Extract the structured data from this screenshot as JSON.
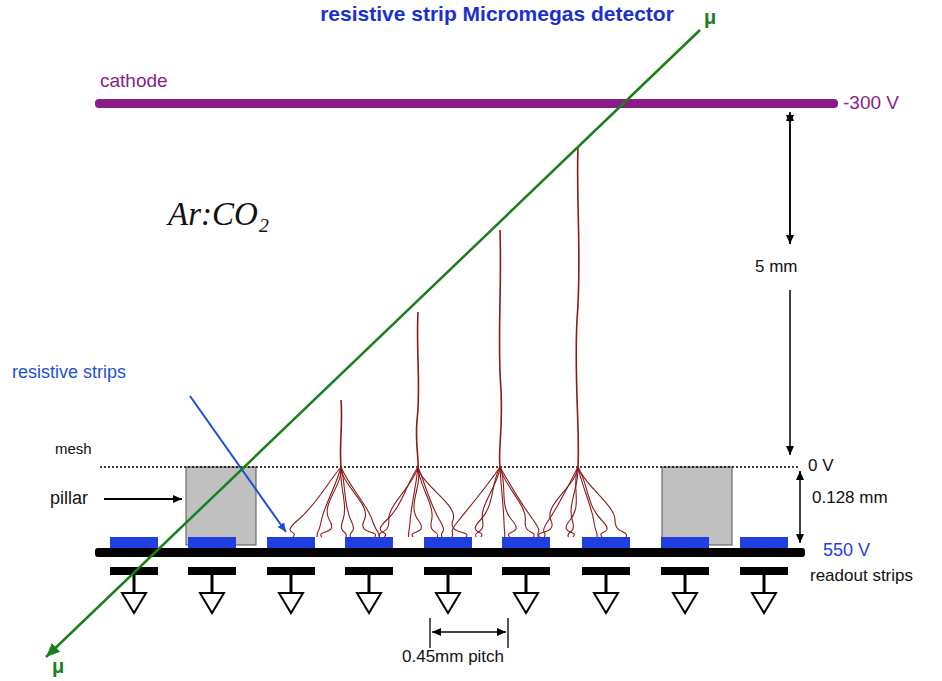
{
  "diagram": {
    "title": "resistive strip Micromegas detector",
    "labels": [
      "cathode",
      "-300 V",
      "μ",
      "Ar:CO₂",
      "5 mm",
      "resistive strips",
      "mesh",
      "0 V",
      "pillar",
      "0.128 mm",
      "550 V",
      "readout strips",
      "0.45mm pitch",
      "μ"
    ]
  }
}
